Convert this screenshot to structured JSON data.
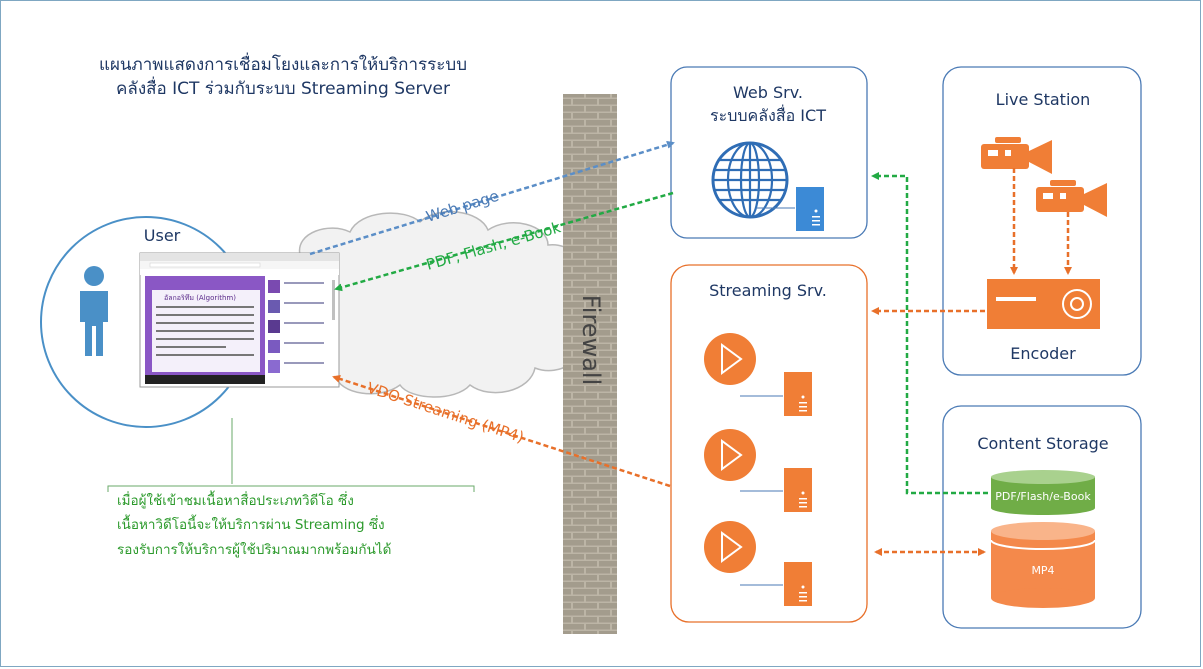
{
  "title": {
    "line1": "แผนภาพแสดงการเชื่อมโยงและการให้บริการระบบ",
    "line2": "คลังสื่อ ICT ร่วมกับระบบ Streaming Server"
  },
  "nodes": {
    "user": "User",
    "firewall": "Firewall",
    "web_server": {
      "line1": "Web Srv.",
      "line2": "ระบบคลังสื่อ ICT"
    },
    "streaming_server": "Streaming Srv.",
    "live_station": "Live Station",
    "encoder": "Encoder",
    "content_storage": "Content Storage",
    "storage_pdf": "PDF/Flash/e-Book",
    "storage_mp4": "MP4"
  },
  "connections": {
    "web_page": "Web page",
    "pdf_flash": "PDF, Flash, e-Book",
    "vdo_streaming": "VDO Streaming (MP4)"
  },
  "annotation": {
    "line1": "เมื่อผู้ใช้เข้าชมเนื้อหาสื่อประเภทวิดีโอ ซึ่ง",
    "line2": "เนื้อหาวิดีโอนี้จะให้บริการผ่าน Streaming ซึ่ง",
    "line3": "รองรับการให้บริการผู้ใช้ปริมาณมากพร้อมกันได้"
  },
  "screenshot": {
    "heading": "อัลกอริทึม (Algorithm)"
  },
  "colors": {
    "blue_line": "#5b8ec7",
    "green_line": "#22aa44",
    "orange": "#e8702a",
    "navy_text": "#1f3864",
    "annotation_green": "#2c9a2c",
    "box_border": "#4a7ab5",
    "storage_green": "#70ad47",
    "storage_orange": "#f4894b"
  }
}
